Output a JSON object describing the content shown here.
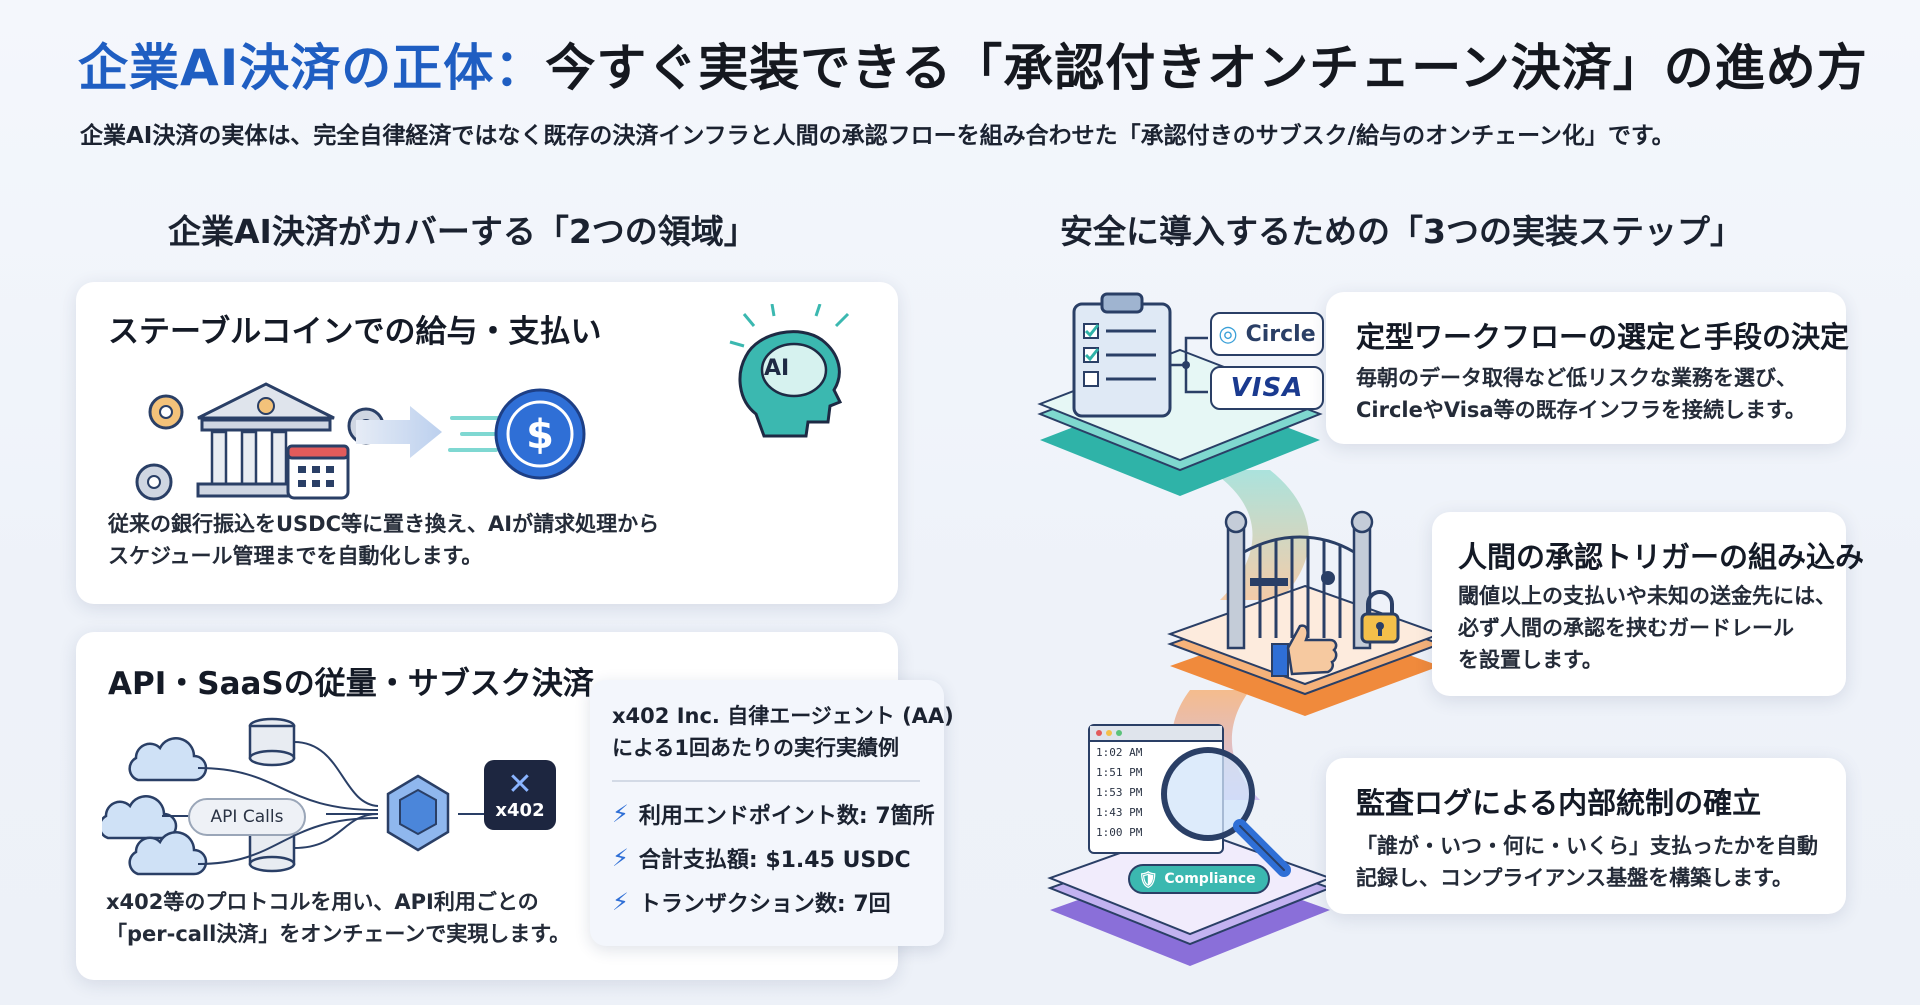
{
  "header": {
    "title_blue": "企業AI決済の正体",
    "title_colon": "：",
    "title_dark": "今すぐ実装できる「承認付きオンチェーン決済」の進め方",
    "subtitle": "企業AI決済の実体は、完全自律経済ではなく既存の決済インフラと人間の承認フローを組み合わせた「承認付きのサブスク/給与のオンチェーン化」です。"
  },
  "left": {
    "heading": "企業AI決済がカバーする「2つの領域」",
    "card1": {
      "title": "ステーブルコインでの給与・支払い",
      "body_line1": "従来の銀行振込をUSDC等に置き換え、AIが請求処理から",
      "body_line2": "スケジュール管理までを自動化します。",
      "ai_label": "AI"
    },
    "card2": {
      "title": "API・SaaSの従量・サブスク決済",
      "body_line1": "x402等のプロトコルを用い、API利用ごとの",
      "body_line2": "「per-call決済」をオンチェーンで実現します。",
      "api_calls": "API Calls",
      "x402_label": "x402",
      "stats": {
        "head_line1": "x402 Inc. 自律エージェント (AA)",
        "head_line2": "による1回あたりの実行実績例",
        "items": [
          "利用エンドポイント数: 7箇所",
          "合計支払額: $1.45 USDC",
          "トランザクション数: 7回"
        ]
      }
    }
  },
  "right": {
    "heading": "安全に導入するための「3つの実装ステップ」",
    "step1": {
      "title": "定型ワークフローの選定と手段の決定",
      "body_line1": "毎朝のデータ取得など低リスクな業務を選び、",
      "body_line2": "CircleやVisa等の既存インフラを接続します。",
      "logo_circle": "Circle",
      "logo_visa": "VISA"
    },
    "step2": {
      "title": "人間の承認トリガーの組み込み",
      "body_line1": "閾値以上の支払いや未知の送金先には、",
      "body_line2": "必ず人間の承認を挟むガードレール",
      "body_line3": "を設置します。"
    },
    "step3": {
      "title": "監査ログによる内部統制の確立",
      "body_line1": "「誰が・いつ・何に・いくら」支払ったかを自動",
      "body_line2": "記録し、コンプライアンス基盤を構築します。",
      "badge": "Compliance",
      "log_times": [
        "1:02 AM",
        "1:51 PM",
        "1:53 PM",
        "1:43 PM",
        "1:00 PM"
      ]
    }
  },
  "colors": {
    "brand_blue": "#1f5ec2",
    "teal": "#3bb8b0",
    "orange": "#f08a3c",
    "purple": "#8a6fd9"
  }
}
